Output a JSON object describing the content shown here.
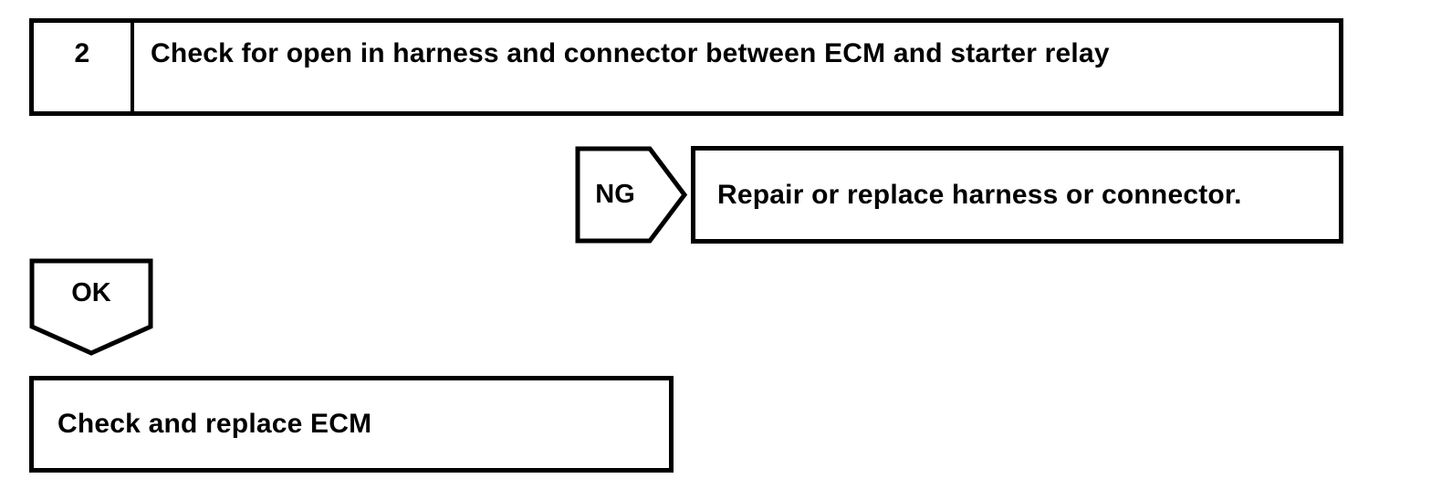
{
  "flowchart": {
    "step_box": {
      "number": "2",
      "title": "Check for open in harness and connector between ECM and starter relay"
    },
    "ng_branch": {
      "connector_label": "NG",
      "action": "Repair or replace harness or connector."
    },
    "ok_branch": {
      "connector_label": "OK",
      "action": "Check and replace ECM"
    },
    "colors": {
      "line": "#000000",
      "fill": "#ffffff",
      "text": "#000000",
      "background": "#ffffff"
    }
  }
}
